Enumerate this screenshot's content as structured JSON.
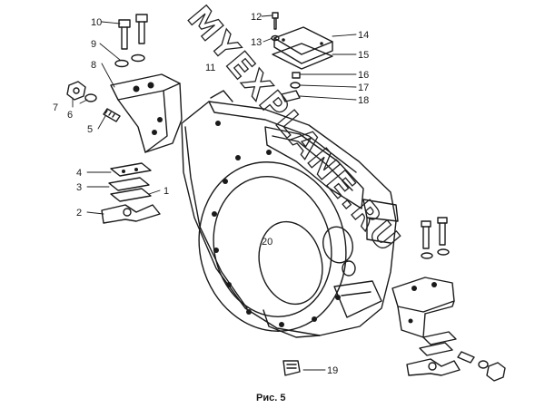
{
  "figure": {
    "caption": "Рис. 5",
    "watermark": "MYEXPLANE.RU"
  },
  "callouts": [
    {
      "id": "1",
      "label": "1"
    },
    {
      "id": "2",
      "label": "2"
    },
    {
      "id": "3",
      "label": "3"
    },
    {
      "id": "4",
      "label": "4"
    },
    {
      "id": "5",
      "label": "5"
    },
    {
      "id": "6",
      "label": "6"
    },
    {
      "id": "7",
      "label": "7"
    },
    {
      "id": "8",
      "label": "8"
    },
    {
      "id": "9",
      "label": "9"
    },
    {
      "id": "10",
      "label": "10"
    },
    {
      "id": "11",
      "label": "11"
    },
    {
      "id": "12",
      "label": "12"
    },
    {
      "id": "13",
      "label": "13"
    },
    {
      "id": "14",
      "label": "14"
    },
    {
      "id": "15",
      "label": "15"
    },
    {
      "id": "16",
      "label": "16"
    },
    {
      "id": "17",
      "label": "17"
    },
    {
      "id": "18",
      "label": "18"
    },
    {
      "id": "19",
      "label": "19"
    },
    {
      "id": "20",
      "label": "20"
    }
  ]
}
